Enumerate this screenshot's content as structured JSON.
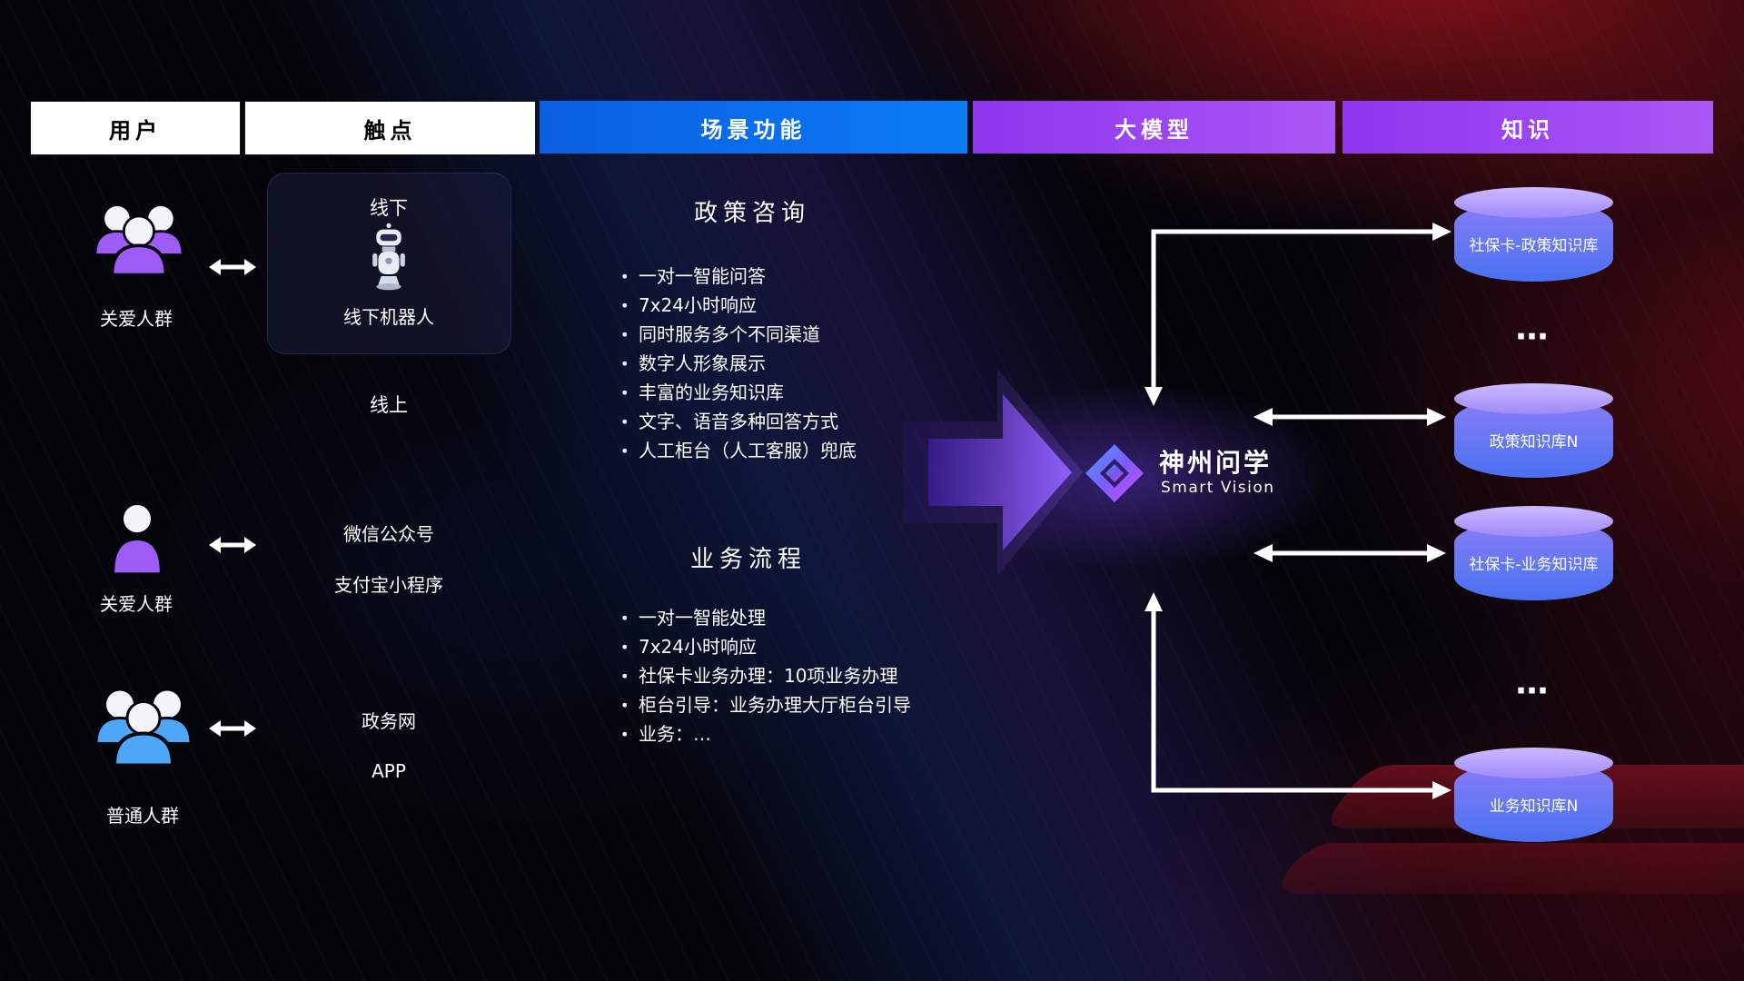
{
  "headers": [
    {
      "label": "用户"
    },
    {
      "label": "触点"
    },
    {
      "label": "场景功能"
    },
    {
      "label": "大模型"
    },
    {
      "label": "知识"
    }
  ],
  "users": [
    {
      "label": "关爱人群",
      "icon": "group-purple-icon"
    },
    {
      "label": "关爱人群",
      "icon": "person-purple-icon"
    },
    {
      "label": "普通人群",
      "icon": "group-blue-icon"
    }
  ],
  "touchpoints": {
    "offline_title": "线下",
    "offline_robot": "线下机器人",
    "online": "线上",
    "wechat": "微信公众号",
    "alipay": "支付宝小程序",
    "gov": "政务网",
    "app": "APP"
  },
  "scenarios": {
    "policy": {
      "title": "政策咨询",
      "items": [
        "一对一智能问答",
        "7x24小时响应",
        "同时服务多个不同渠道",
        "数字人形象展示",
        "丰富的业务知识库",
        "文字、语音多种回答方式",
        "人工柜台（人工客服）兜底"
      ]
    },
    "business": {
      "title": "业务流程",
      "items": [
        "一对一智能处理",
        "7x24小时响应",
        "社保卡业务办理：10项业务办理",
        "柜台引导：业务办理大厅柜台引导",
        "业务：…"
      ]
    }
  },
  "model": {
    "name": "神州问学",
    "subtitle": "Smart Vision"
  },
  "knowledge": {
    "dbs": [
      "社保卡-政策知识库",
      "政策知识库N",
      "社保卡-业务知识库",
      "业务知识库N"
    ],
    "dots": "…"
  },
  "colors": {
    "scenario_header_blue": "#0b6ef2",
    "model_header_purple": "#9c46f2",
    "db_top": "#ccbaff",
    "db_bottom": "#4a6ff0",
    "user_purple": "#9d5cf6",
    "user_blue": "#4da6f8",
    "arrow_white": "#ffffff",
    "flow_arrow_purple": "#8a54f0",
    "bg_red": "#c11a23"
  }
}
